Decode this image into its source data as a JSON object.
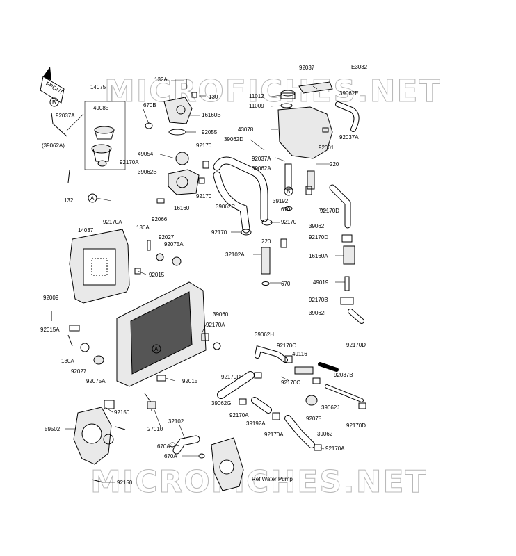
{
  "diagram_code": "E3032",
  "front_label": "FRONT",
  "watermark": "MICROFICHES.NET",
  "ref_note": "Ref.Water Pump",
  "markers": [
    "A",
    "B"
  ],
  "labels": {
    "l92037": "92037",
    "l132A": "132A",
    "l130": "130",
    "l14075": "14075",
    "l49085": "49085",
    "l670B": "670B",
    "l16160B": "16160B",
    "l92037A_1": "92037A",
    "l11012": "11012",
    "l11009": "11009",
    "l39062E": "39062E",
    "l43078": "43078",
    "l92037A_2": "92037A",
    "l92001": "92001",
    "l92055": "92055",
    "l39062A_1": "(39062A)",
    "l49054": "49054",
    "l92170_1": "92170",
    "l39062D": "39062D",
    "l92037A_3": "92037A",
    "l39062A_2": "39062A",
    "l220_1": "220",
    "l92170A_1": "92170A",
    "l39062B": "39062B",
    "l16160": "16160",
    "l92170_2": "92170",
    "l39192": "39192",
    "l92170D_1": "92170D",
    "l132": "132",
    "l670_1": "670",
    "l39062C": "39062C",
    "l92066": "92066",
    "l92170A_2": "92170A",
    "l92170_3": "92170",
    "l92170_4": "92170",
    "l39062I": "39062I",
    "l130A_1": "130A",
    "l14037": "14037",
    "l92027_1": "92027",
    "l92075A_1": "92075A",
    "l220_2": "220",
    "l92170D_2": "92170D",
    "l32102A": "32102A",
    "l16160A": "16160A",
    "l92015_1": "92015",
    "l670_2": "670",
    "l49019": "49019",
    "l92009": "92009",
    "l92170B": "92170B",
    "l39060": "39060",
    "l39062F": "39062F",
    "l92015A": "92015A",
    "l92170A_3": "92170A",
    "l39062H": "39062H",
    "l92170D_3": "92170D",
    "l92170C_1": "92170C",
    "l49116": "49116",
    "l130A_2": "130A",
    "l92037B": "92037B",
    "l92027_2": "92027",
    "l92170D_4": "92170D",
    "l92015_2": "92015",
    "l92170C_2": "92170C",
    "l92075A_2": "92075A",
    "l39062G": "39062G",
    "l39062J": "39062J",
    "l92150_1": "92150",
    "l92075": "92075",
    "l92170D_5": "92170D",
    "l59502": "59502",
    "l27010": "27010",
    "l32102": "32102",
    "l92170A_4": "92170A",
    "l39192A": "39192A",
    "l670A_1": "670A",
    "l92170A_5": "92170A",
    "l39062": "39062",
    "l670A_2": "670A",
    "l92170A_6": "92170A",
    "l92150_2": "92150"
  },
  "colors": {
    "line": "#000000",
    "watermark": "#b8b8b8",
    "background": "#ffffff"
  }
}
